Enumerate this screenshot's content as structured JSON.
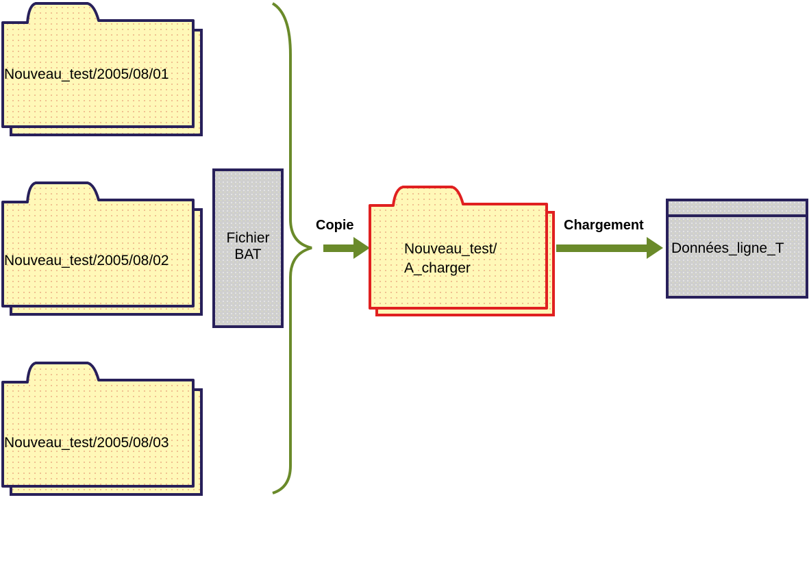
{
  "source_folders": [
    {
      "label": "Nouveau_test/2005/08/01"
    },
    {
      "label": "Nouveau_test/2005/08/02"
    },
    {
      "label": "Nouveau_test/2005/08/03"
    }
  ],
  "bat_file": {
    "line1": "Fichier",
    "line2": "BAT"
  },
  "copy_arrow": {
    "label": "Copie"
  },
  "target_folder": {
    "line1": "Nouveau_test/",
    "line2": "A_charger"
  },
  "load_arrow": {
    "label": "Chargement"
  },
  "table": {
    "label": "Données_ligne_T"
  },
  "colors": {
    "folder_fill": "#fff8b8",
    "folder_dot": "#f0c090",
    "folder_border": "#28205a",
    "target_border": "#e02020",
    "gray_fill": "#d0d0d0",
    "arrow_green": "#6a8a2a"
  }
}
